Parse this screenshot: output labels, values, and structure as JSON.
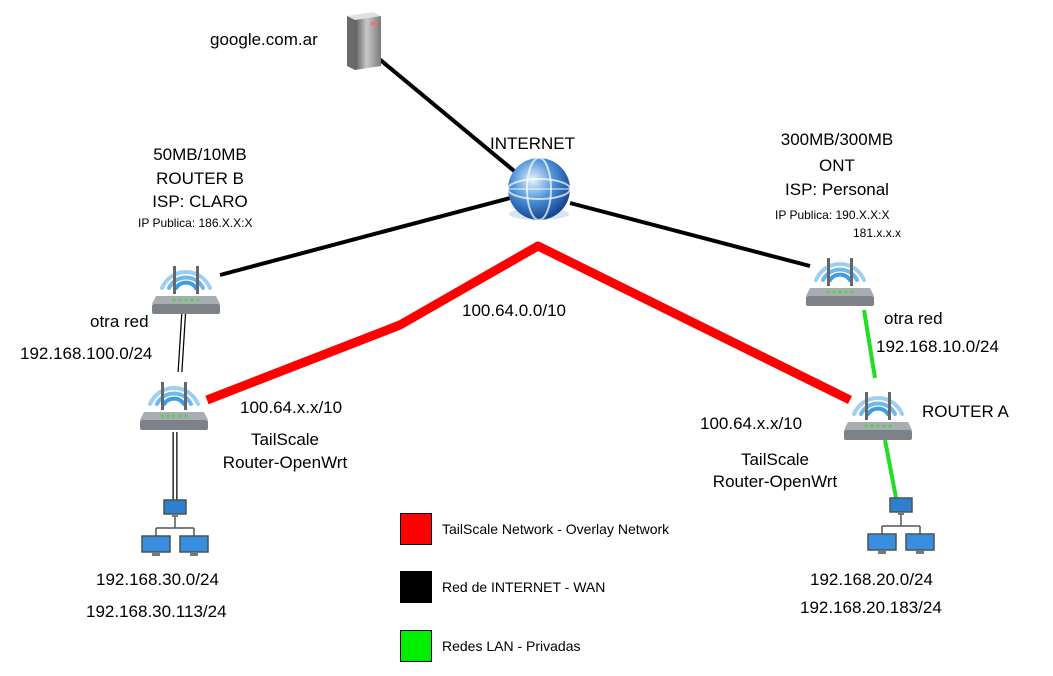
{
  "nodes": {
    "server": {
      "label": "google.com.ar"
    },
    "internet": {
      "label": "INTERNET"
    },
    "router_b_isp": {
      "speed": "50MB/10MB",
      "name": "ROUTER B",
      "isp": "ISP: CLARO",
      "ip": "IP Publica: 186.X.X:X"
    },
    "ont": {
      "speed": "300MB/300MB",
      "name": "ONT",
      "isp": "ISP: Personal",
      "ip": "IP Publica: 190.X.X:X",
      "ip2": "181.x.x.x"
    },
    "left_lan_router": {
      "net_label": "otra red",
      "net": "192.168.100.0/24"
    },
    "right_lan_router": {
      "net_label": "otra red",
      "net": "192.168.10.0/24"
    },
    "tailscale_left": {
      "ip": "100.64.x.x/10",
      "name_line1": "TailScale",
      "name_line2": "Router-OpenWrt"
    },
    "tailscale_right": {
      "ip": "100.64.x.x/10",
      "name_line1": "TailScale",
      "name_line2": "Router-OpenWrt",
      "router_name": "ROUTER A"
    },
    "overlay": {
      "net": "100.64.0.0/10"
    },
    "lan_left": {
      "net": "192.168.30.0/24",
      "host": "192.168.30.113/24"
    },
    "lan_right": {
      "net": "192.168.20.0/24",
      "host": "192.168.20.183/24"
    }
  },
  "legend": [
    {
      "label": "TailScale Network - Overlay Network",
      "color": "#ff0000"
    },
    {
      "label": "Red de INTERNET - WAN",
      "color": "#000000"
    },
    {
      "label": "Redes LAN - Privadas",
      "color": "#00ee00"
    }
  ],
  "colors": {
    "overlay": "#ff0000",
    "wan": "#000000",
    "lan": "#22dd22",
    "wifi": "#6fb8ec",
    "router_body": "#8a8e94"
  }
}
